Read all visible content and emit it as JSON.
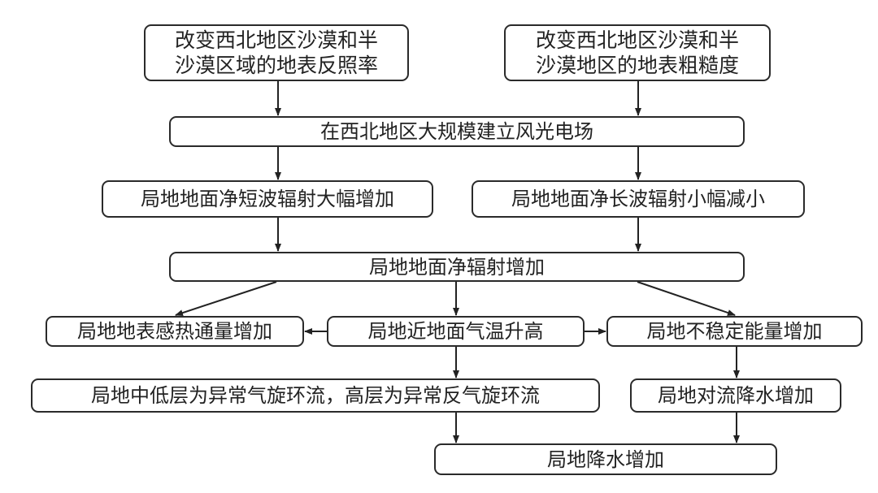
{
  "diagram": {
    "type": "flowchart",
    "nodes": {
      "albedo": {
        "lines": [
          "改变西北地区沙漠和半",
          "沙漠区域的地表反照率"
        ]
      },
      "roughness": {
        "lines": [
          "改变西北地区沙漠和半",
          "沙漠地区的地表粗糙度"
        ]
      },
      "wind_solar": {
        "text": "在西北地区大规模建立风光电场"
      },
      "shortwave": {
        "text": "局地地面净短波辐射大幅增加"
      },
      "longwave": {
        "text": "局地地面净长波辐射小幅减小"
      },
      "net_radiation": {
        "text": "局地地面净辐射增加"
      },
      "sensible_heat": {
        "text": "局地地表感热通量增加"
      },
      "air_temp": {
        "text": "局地近地面气温升高"
      },
      "unstable_energy": {
        "text": "局地不稳定能量增加"
      },
      "circulation": {
        "text": "局地中低层为异常气旋环流，高层为异常反气旋环流"
      },
      "convective_precip": {
        "text": "局地对流降水增加"
      },
      "precipitation": {
        "text": "局地降水增加"
      }
    },
    "edges": [
      [
        "albedo",
        "wind_solar"
      ],
      [
        "roughness",
        "wind_solar"
      ],
      [
        "wind_solar",
        "shortwave"
      ],
      [
        "wind_solar",
        "longwave"
      ],
      [
        "shortwave",
        "net_radiation"
      ],
      [
        "longwave",
        "net_radiation"
      ],
      [
        "net_radiation",
        "sensible_heat"
      ],
      [
        "net_radiation",
        "air_temp"
      ],
      [
        "net_radiation",
        "unstable_energy"
      ],
      [
        "air_temp",
        "sensible_heat"
      ],
      [
        "air_temp",
        "unstable_energy"
      ],
      [
        "air_temp",
        "circulation"
      ],
      [
        "unstable_energy",
        "convective_precip"
      ],
      [
        "circulation",
        "precipitation"
      ],
      [
        "convective_precip",
        "precipitation"
      ]
    ]
  }
}
